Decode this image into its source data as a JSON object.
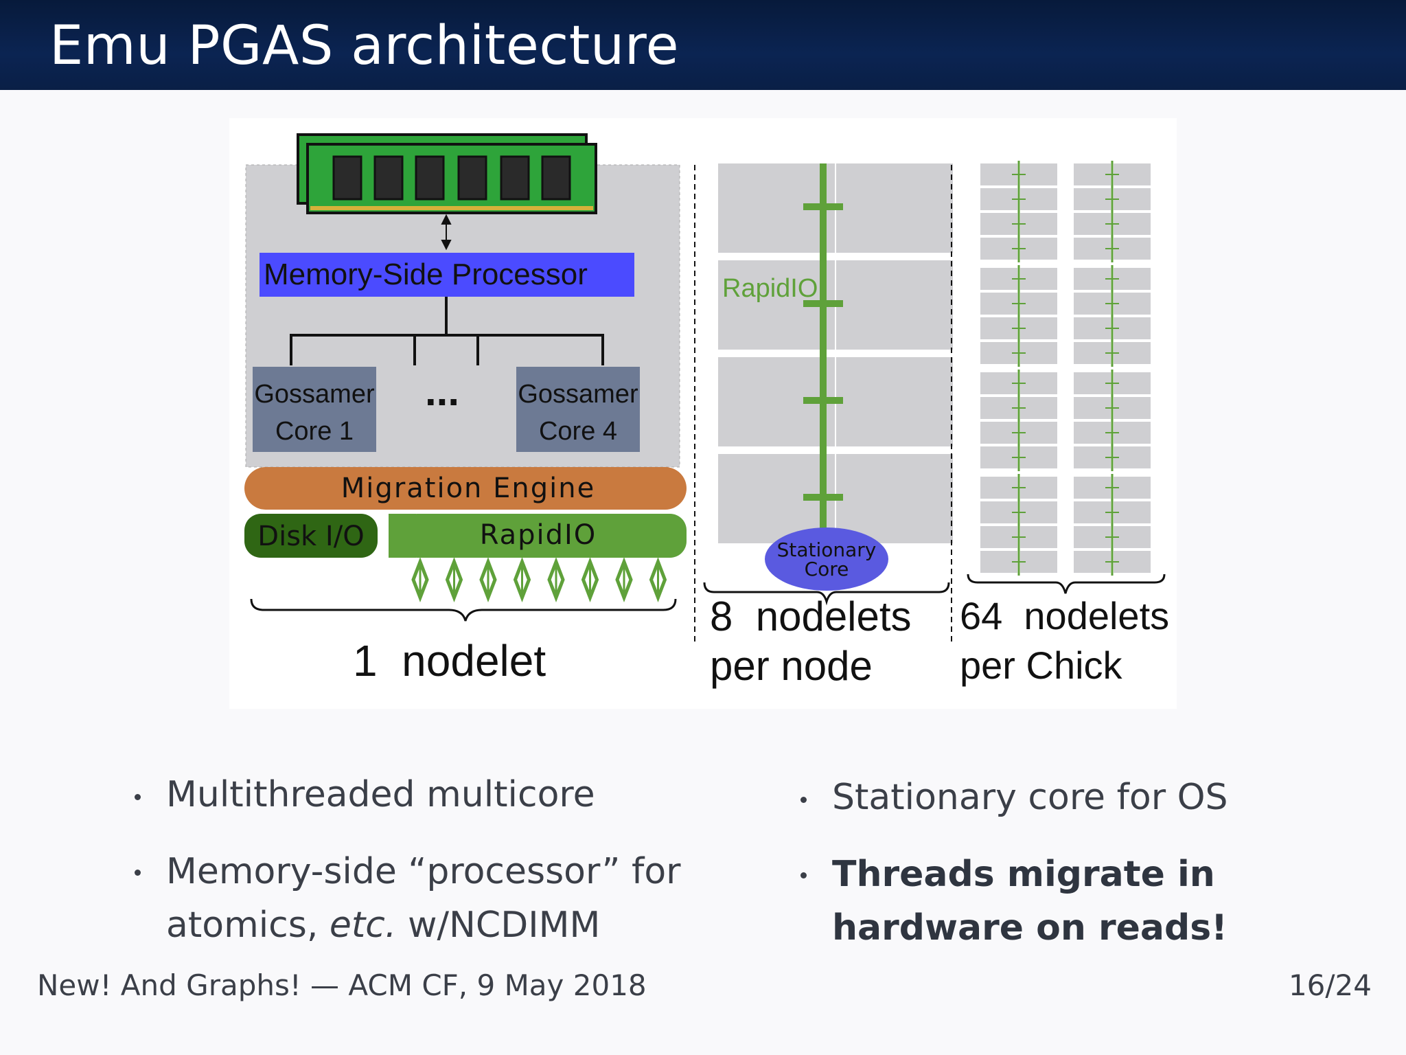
{
  "slide": {
    "title": "Emu PGAS architecture",
    "footer_left": "New! And Graphs! — ACM CF, 9 May 2018",
    "page_number": "16/24"
  },
  "diagram": {
    "memory_side_processor": "Memory-Side Processor",
    "core_first_line1": "Gossamer",
    "core_first_line2": "Core 1",
    "ellipsis": "...",
    "core_last_line1": "Gossamer",
    "core_last_line2": "Core 4",
    "migration_engine": "Migration Engine",
    "disk_io": "Disk I/O",
    "rapidio_bar": "RapidIO",
    "rapidio_node": "RapidIO",
    "stationary_line1": "Stationary",
    "stationary_line2": "Core",
    "caption_nodelet": "1  nodelet",
    "caption_node_line1": "8  nodelets",
    "caption_node_line2": "per node",
    "caption_chick_line1": "64  nodelets",
    "caption_chick_line2": "per Chick",
    "colors": {
      "memory_side_processor": "#4b4bff",
      "gossamer_core": "#6d7a94",
      "migration_engine": "#c97a3f",
      "disk_io": "#2f6614",
      "rapidio": "#5fa13a",
      "stationary_core": "#5a5ae0",
      "dimm": "#2ea43a"
    }
  },
  "bullets_left": [
    {
      "text": "Multithreaded multicore"
    },
    {
      "line1": "Memory-side “processor” for",
      "line2_a": "atomics, ",
      "line2_italic": "etc.",
      "line2_b": " w/NCDIMM"
    }
  ],
  "bullets_right": [
    {
      "text": "Stationary core for OS"
    },
    {
      "line1": "Threads migrate in",
      "line2": "hardware on reads!"
    }
  ]
}
